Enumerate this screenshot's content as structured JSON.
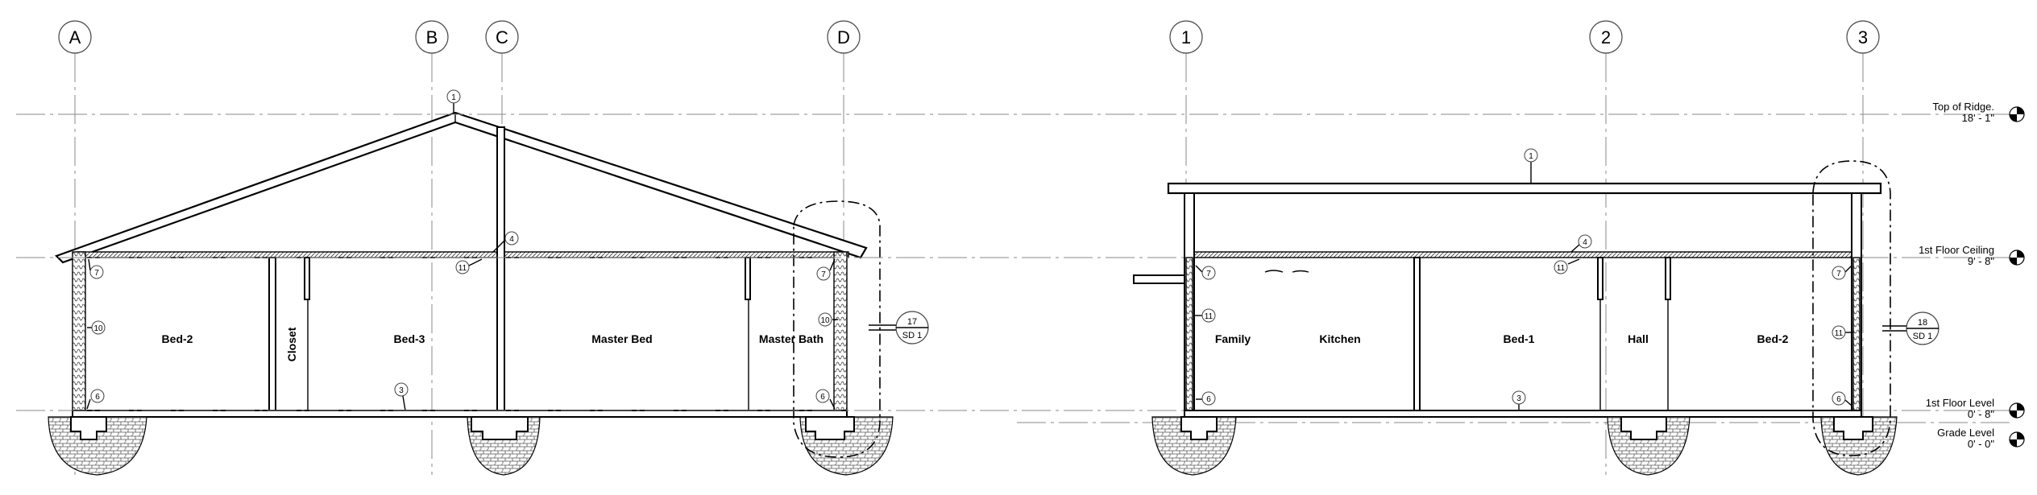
{
  "left_section": {
    "grid_labels": [
      "A",
      "B",
      "C",
      "D"
    ],
    "rooms": [
      "Bed-2",
      "Closet",
      "Bed-3",
      "Master Bed",
      "Master Bath"
    ],
    "keynotes": [
      "1",
      "4",
      "11",
      "7",
      "10",
      "6",
      "3",
      "7",
      "10",
      "6"
    ],
    "section_ref": {
      "number": "17",
      "sheet": "SD 1"
    }
  },
  "right_section": {
    "grid_labels": [
      "1",
      "2",
      "3"
    ],
    "rooms": [
      "Family",
      "Kitchen",
      "Bed-1",
      "Hall",
      "Bed-2"
    ],
    "keynotes": [
      "1",
      "4",
      "11",
      "7",
      "11",
      "6",
      "3",
      "7",
      "11",
      "6"
    ],
    "section_ref": {
      "number": "18",
      "sheet": "SD 1"
    }
  },
  "levels": [
    {
      "name": "Top of Ridge.",
      "elevation": "18' - 1\""
    },
    {
      "name": "1st Floor Ceiling",
      "elevation": "9' - 8\""
    },
    {
      "name": "1st Floor Level",
      "elevation": "0' - 8\""
    },
    {
      "name": "Grade Level",
      "elevation": "0' - 0\""
    }
  ]
}
